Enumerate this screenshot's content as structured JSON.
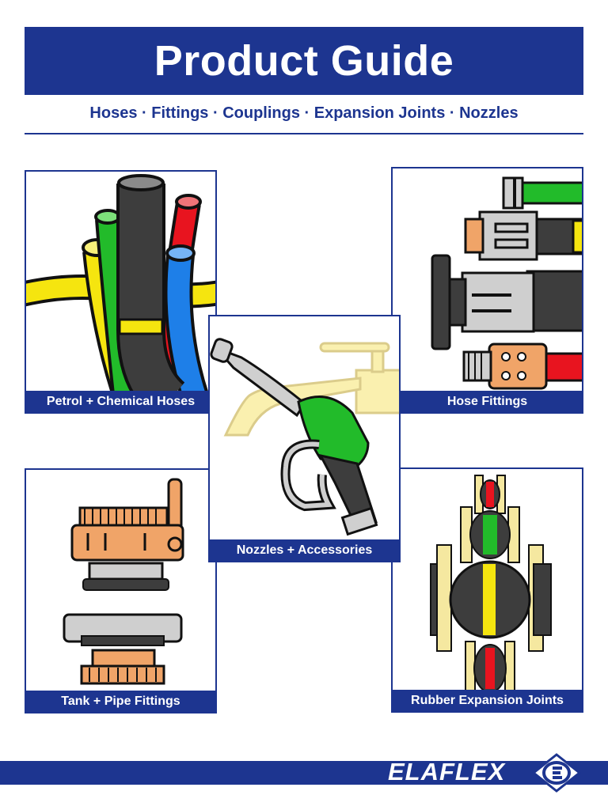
{
  "header": {
    "title": "Product Guide"
  },
  "subtitle": "Hoses · Fittings · Couplings · Expansion Joints · Nozzles",
  "cards": {
    "hoses": {
      "label": "Petrol + Chemical Hoses",
      "icon": "hoses-icon"
    },
    "hose_fittings": {
      "label": "Hose Fittings",
      "icon": "hose-fittings-icon"
    },
    "nozzles": {
      "label": "Nozzles + Accessories",
      "icon": "fuel-nozzle-icon"
    },
    "tank_fittings": {
      "label": "Tank + Pipe Fittings",
      "icon": "tank-coupling-icon"
    },
    "expansion_joints": {
      "label": "Rubber Expansion Joints",
      "icon": "expansion-joint-icon"
    }
  },
  "footer": {
    "logo_text": "ELAFLEX",
    "logo_icon": "elaflex-emblem-icon"
  },
  "colors": {
    "brand_blue": "#1d3590",
    "yellow": "#f5e50f",
    "green": "#22bb2a",
    "red": "#e8141f",
    "blue": "#1e7fe8",
    "dark": "#3d3d3d",
    "orange": "#f0a468",
    "grey": "#cfcfcf"
  }
}
